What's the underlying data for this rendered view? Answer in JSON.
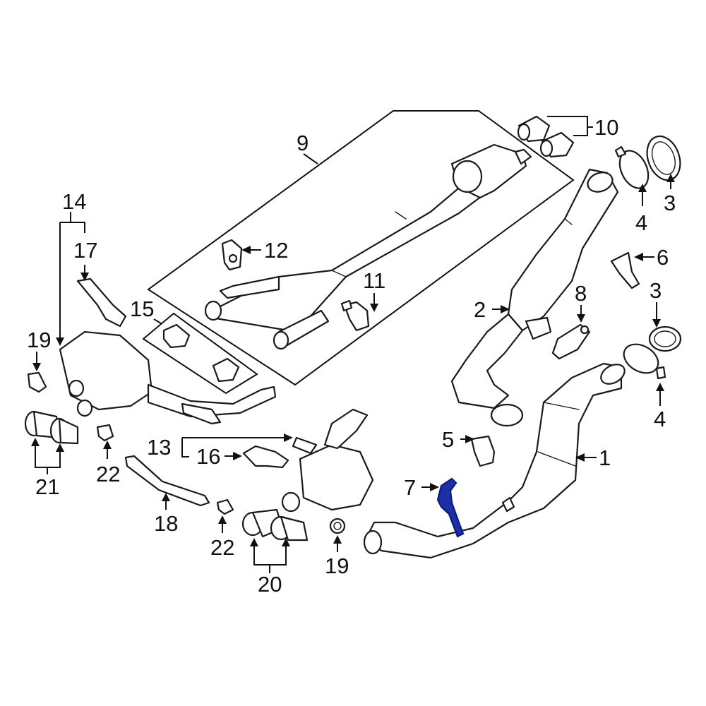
{
  "diagram": {
    "highlight_color": "#1a2fa8",
    "line_color": "#1a1a1a",
    "background": "#ffffff",
    "callouts": {
      "c1": "1",
      "c2": "2",
      "c3a": "3",
      "c3b": "3",
      "c4a": "4",
      "c4b": "4",
      "c5": "5",
      "c6": "6",
      "c7": "7",
      "c8": "8",
      "c9": "9",
      "c10": "10",
      "c11": "11",
      "c12": "12",
      "c13": "13",
      "c14": "14",
      "c15": "15",
      "c16": "16",
      "c17": "17",
      "c18": "18",
      "c19a": "19",
      "c19b": "19",
      "c20": "20",
      "c21": "21",
      "c22a": "22",
      "c22b": "22"
    }
  }
}
